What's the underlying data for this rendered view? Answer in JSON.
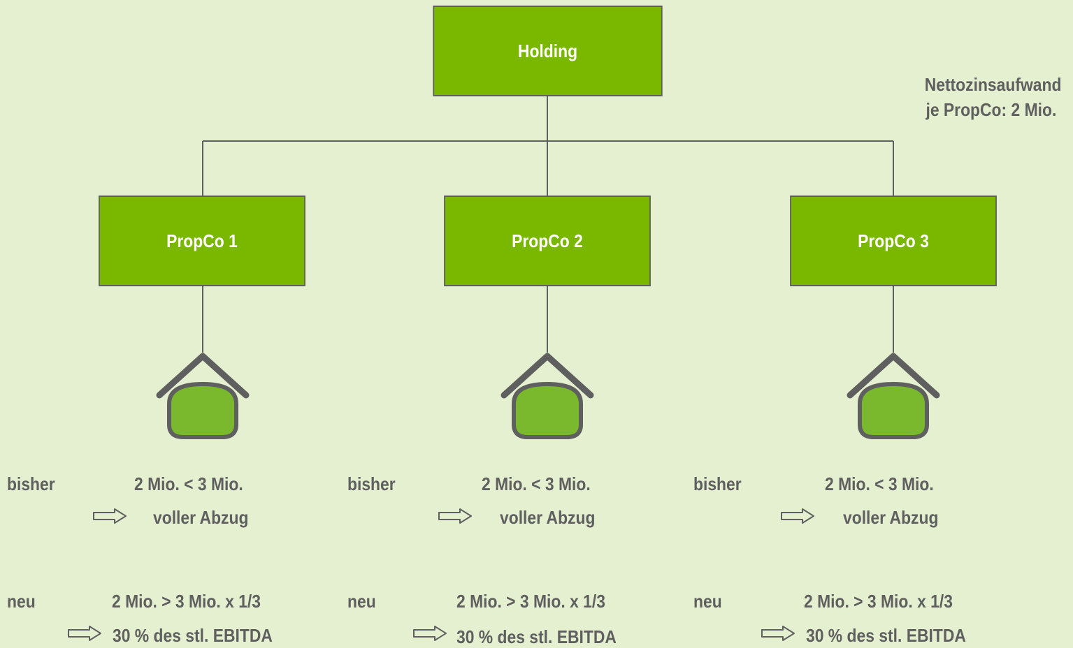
{
  "holding": {
    "label": "Holding"
  },
  "note": {
    "line1": "Nettozinsaufwand",
    "line2": "je PropCo: 2 Mio."
  },
  "propcos": [
    {
      "label": "PropCo 1",
      "bisher_label": "bisher",
      "bisher_compare": "2 Mio. < 3 Mio.",
      "bisher_result": "voller Abzug",
      "neu_label": "neu",
      "neu_compare": "2 Mio. > 3 Mio. x 1/3",
      "neu_result": "30 % des stl. EBITDA"
    },
    {
      "label": "PropCo 2",
      "bisher_label": "bisher",
      "bisher_compare": "2 Mio. < 3 Mio.",
      "bisher_result": "voller Abzug",
      "neu_label": "neu",
      "neu_compare": "2 Mio. > 3 Mio. x 1/3",
      "neu_result": "30 % des stl. EBITDA"
    },
    {
      "label": "PropCo 3",
      "bisher_label": "bisher",
      "bisher_compare": "2 Mio. < 3 Mio.",
      "bisher_result": "voller Abzug",
      "neu_label": "neu",
      "neu_compare": "2 Mio. > 3 Mio. x 1/3",
      "neu_result": "30 % des stl. EBITDA"
    }
  ],
  "colors": {
    "background": "#e5f0d0",
    "box_fill": "#7ab800",
    "house_fill": "#7ab82e",
    "line": "#5f5f5f",
    "text": "#5f5f5f"
  },
  "icons": {
    "house": "house-icon",
    "arrow": "double-arrow-right-icon"
  }
}
